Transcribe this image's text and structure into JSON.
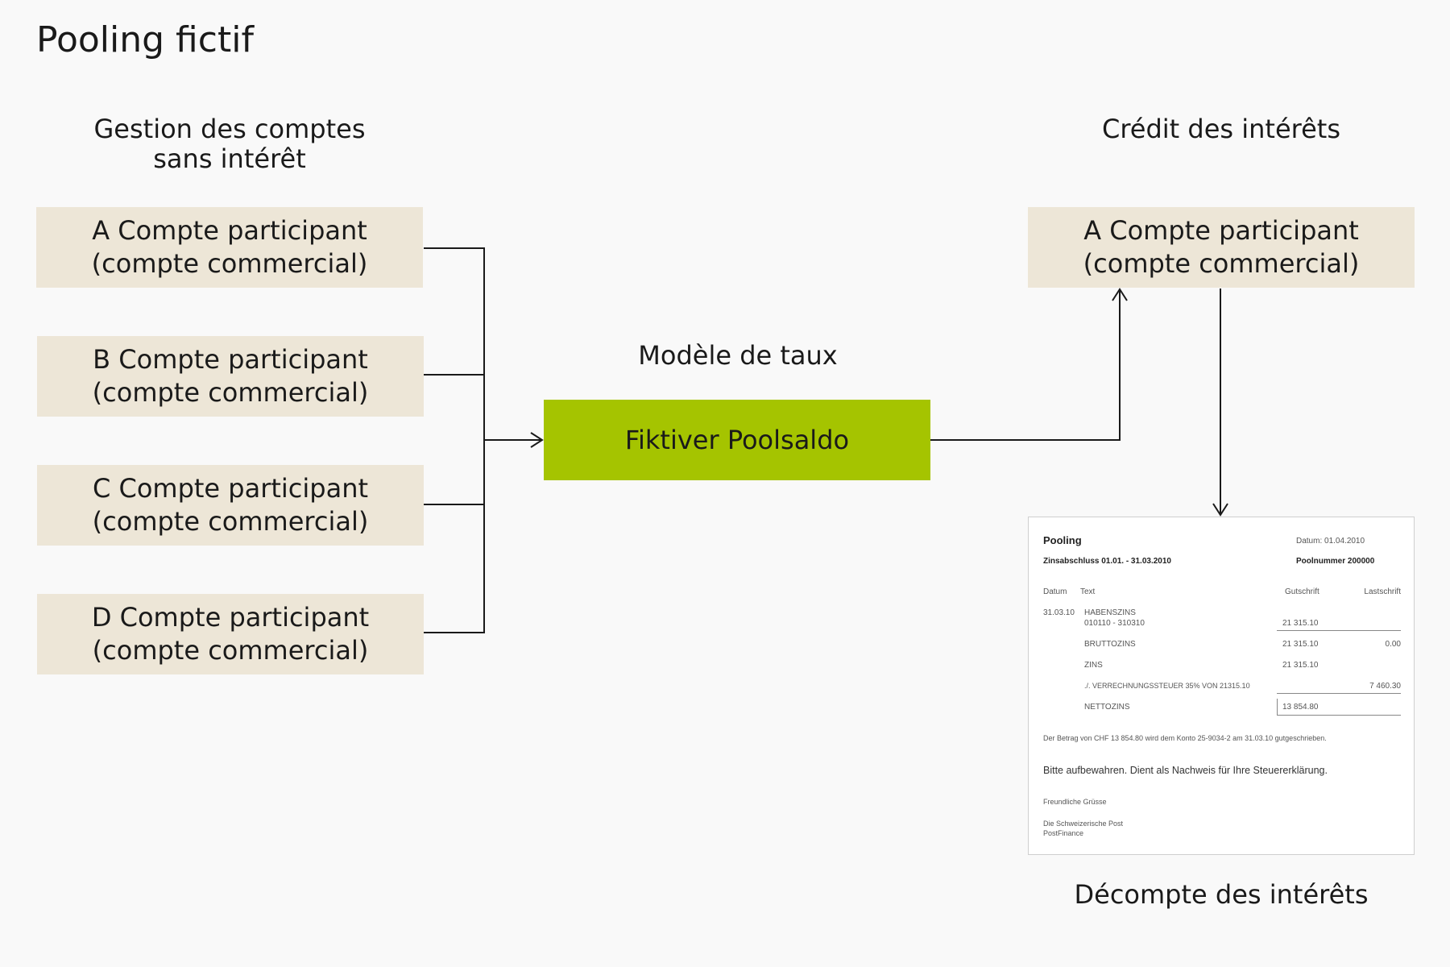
{
  "title": "Pooling fictif",
  "headings": {
    "left": [
      "Gestion des comptes",
      "sans intérêt"
    ],
    "right": "Crédit des intérêts",
    "center": "Modèle de taux",
    "bottom": "Décompte des intérêts"
  },
  "accounts": [
    {
      "line1": "A Compte participant",
      "line2": "(compte commercial)"
    },
    {
      "line1": "B Compte participant",
      "line2": "(compte commercial)"
    },
    {
      "line1": "C Compte participant",
      "line2": "(compte commercial)"
    },
    {
      "line1": "D Compte participant",
      "line2": "(compte commercial)"
    }
  ],
  "target_account": {
    "line1": "A Compte participant",
    "line2": "(compte commercial)"
  },
  "pool": {
    "label": "Fiktiver Poolsaldo"
  },
  "statement": {
    "title": "Pooling",
    "date": "Datum: 01.04.2010",
    "period": "Zinsabschluss 01.01. - 31.03.2010",
    "pool_number": "Poolnummer 200000",
    "col_date": "Datum",
    "col_text": "Text",
    "col_credit": "Gutschrift",
    "col_debit": "Lastschrift",
    "row_date": "31.03.10",
    "row1_text": "HABENSZINS",
    "row1_sub": "010110 - 310310",
    "row1_credit": "21 315.10",
    "row2_text": "BRUTTOZINS",
    "row2_credit": "21 315.10",
    "row2_debit": "0.00",
    "row3_text": "ZINS",
    "row3_credit": "21 315.10",
    "row4_text": "./. VERRECHNUNGSSTEUER 35% VON 21315.10",
    "row4_debit": "7 460.30",
    "row5_text": "NETTOZINS",
    "row5_credit": "13 854.80",
    "note": "Der Betrag von CHF 13 854.80 wird dem Konto 25-9034-2 am 31.03.10 gutgeschrieben.",
    "keep": "Bitte aufbewahren. Dient als Nachweis für Ihre Steuererklärung.",
    "greeting": "Freundliche Grüsse",
    "sender1": "Die Schweizerische Post",
    "sender2": "PostFinance"
  },
  "colors": {
    "account_box": "#ede6d7",
    "pool_box": "#a5c400",
    "line": "#1a1a1a",
    "background": "#f9f9f9"
  }
}
